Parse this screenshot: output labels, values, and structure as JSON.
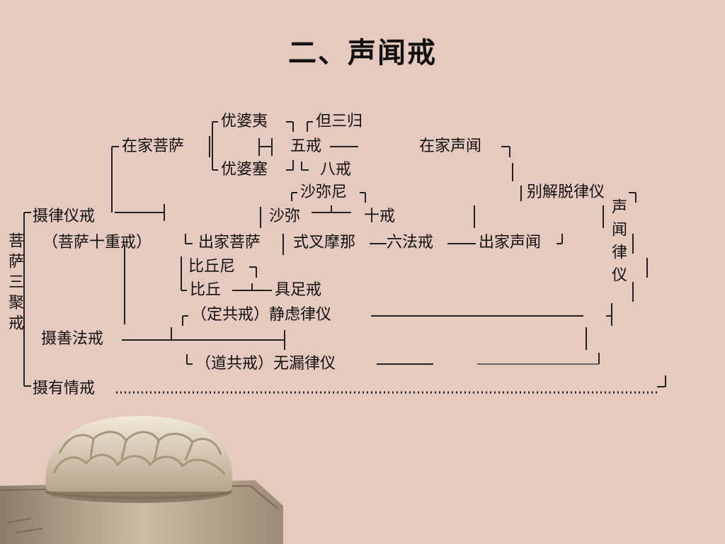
{
  "title": "二、声闻戒",
  "diagram": {
    "root_label": "菩萨三聚戒",
    "nodes": {
      "she_lvyi": "摄律仪戒",
      "pusa_shizhong": "（菩萨十重戒）",
      "she_shanfa": "摄善法戒",
      "she_youqing": "摄有情戒",
      "zaijia_pusa": "在家菩萨",
      "chujia_pusa": "出家菩萨",
      "youpoyi": "优婆夷",
      "youposai": "优婆塞",
      "dan_sangui": "但三归",
      "wujie": "五戒",
      "bajie": "八戒",
      "shamini": "沙弥尼",
      "shami": "沙弥",
      "shijie": "十戒",
      "shichamona": "式叉摩那",
      "liufajie": "六法戒",
      "biqiuni": "比丘尼",
      "biqiu": "比丘",
      "juzujie": "具足戒",
      "dinggongjie": "（定共戒）静虑律仪",
      "daogongjie": "（道共戒）无漏律仪",
      "zaijia_shengwen": "在家声闻",
      "chujia_shengwen": "出家声闻",
      "biejietuo": "别解脱律仪",
      "shengwen_lvyi": "声闻律仪"
    }
  },
  "illustration": {
    "subject": "carved lotus stone pedestal",
    "colors": {
      "background": "#e6c9bf",
      "stone_light": "#efe6d6",
      "stone_shadow": "#9c8b76"
    }
  }
}
